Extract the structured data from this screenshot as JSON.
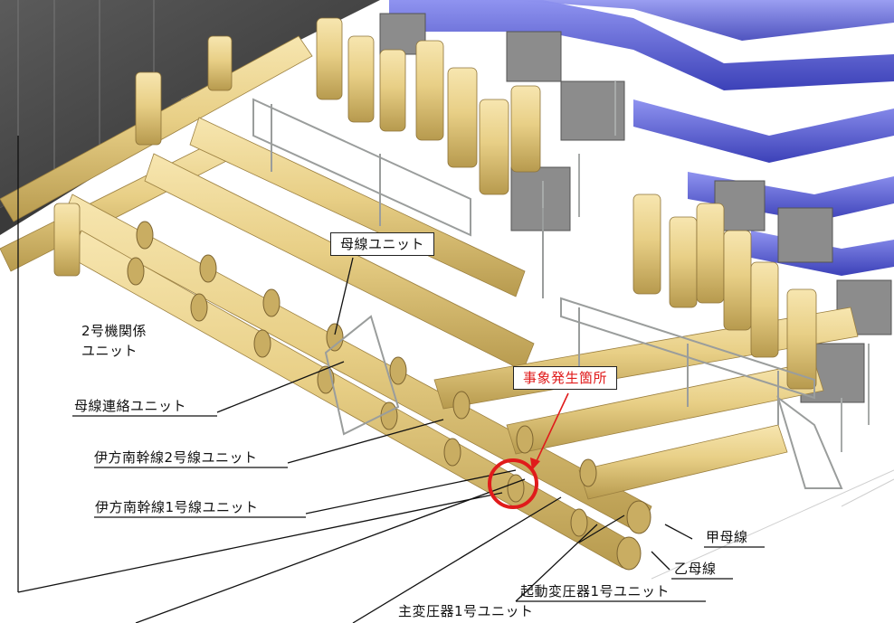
{
  "labels": {
    "bus_unit": "母線ユニット",
    "unit2_related": "2号機関係\nユニット",
    "bus_tie_unit": "母線連絡ユニット",
    "incident_location": "事象発生箇所",
    "ikata_south_trunk_2": "伊方南幹線2号線ユニット",
    "ikata_south_trunk_1": "伊方南幹線1号線ユニット",
    "bus_a": "甲母線",
    "bus_b": "乙母線",
    "startup_transformer_1": "起動変圧器1号ユニット",
    "main_transformer_1": "主変圧器1号ユニット"
  },
  "colors": {
    "pipe": "#e8cf86",
    "pipe_shadow": "#b79a4e",
    "duct": "#5a5fd6",
    "box": "#8c8c8c",
    "structure": "#a7aaa9",
    "highlight": "#e01b1b"
  }
}
